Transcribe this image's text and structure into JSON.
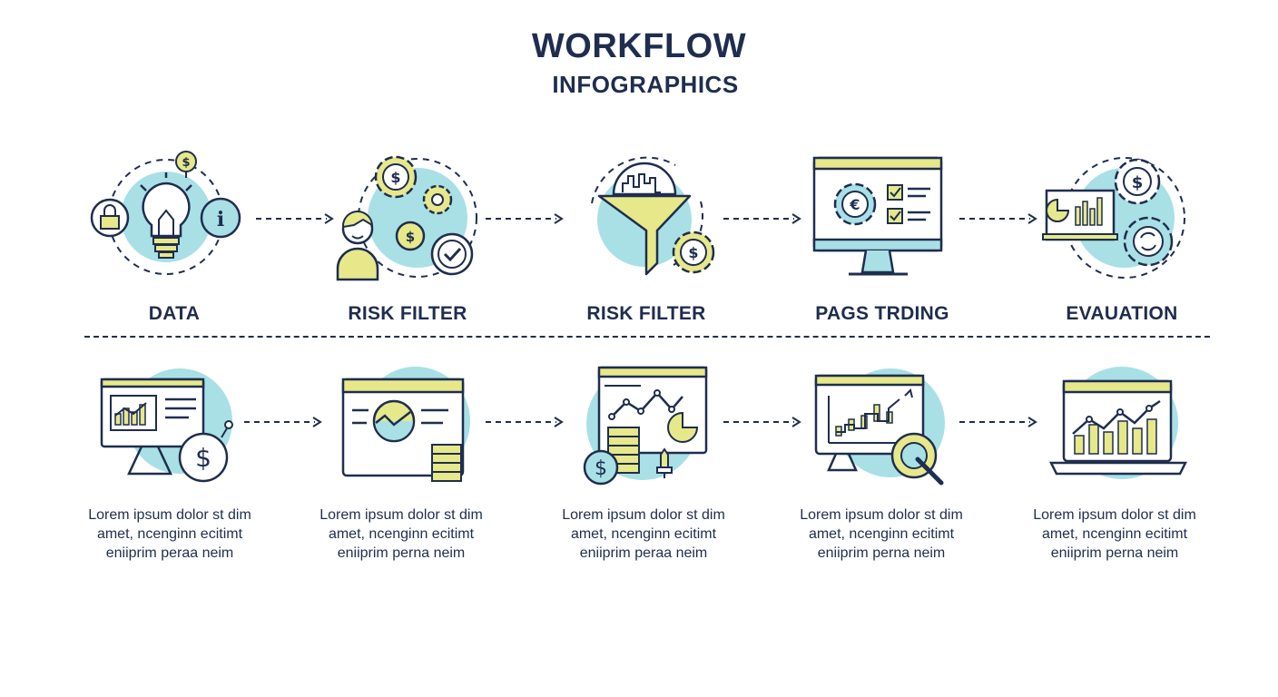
{
  "header": {
    "title": "WORKFLOW",
    "subtitle": "INFOGRAPHICS"
  },
  "colors": {
    "navy": "#1f2d4e",
    "teal": "#a8e0e6",
    "yellow": "#e6e88a"
  },
  "steps": [
    {
      "label": "DATA",
      "icon": "lightbulb-icon"
    },
    {
      "label": "RISK FILTER",
      "icon": "person-gears-icon"
    },
    {
      "label": "RISK FILTER",
      "icon": "funnel-icon"
    },
    {
      "label": "PAGS TRDING",
      "icon": "monitor-checklist-icon"
    },
    {
      "label": "EVAUATION",
      "icon": "chart-gears-icon"
    }
  ],
  "details": [
    {
      "icon": "monitor-dollar-icon",
      "lines": [
        "Lorem ipsum dolor st dim",
        "amet, ncenginn ecitimt",
        "eniiprim peraa neim"
      ]
    },
    {
      "icon": "browser-coins-icon",
      "lines": [
        "Lorem ipsum dolor st dim",
        "amet, ncenginn ecitimt",
        "eniiprim perna neim"
      ]
    },
    {
      "icon": "dashboard-coins-icon",
      "lines": [
        "Lorem ipsum dolor st dim",
        "amet, ncenginn ecitimt",
        "eniiprim peraa neim"
      ]
    },
    {
      "icon": "monitor-magnifier-icon",
      "lines": [
        "Lorem ipsum dolor st dim",
        "amet, ncenginn ecitimt",
        "eniiprim perna neim"
      ]
    },
    {
      "icon": "laptop-chart-icon",
      "lines": [
        "Lorem ipsum dolor st dim",
        "amet, ncenginn ecitimt",
        "eniiprim perna neim"
      ]
    }
  ]
}
